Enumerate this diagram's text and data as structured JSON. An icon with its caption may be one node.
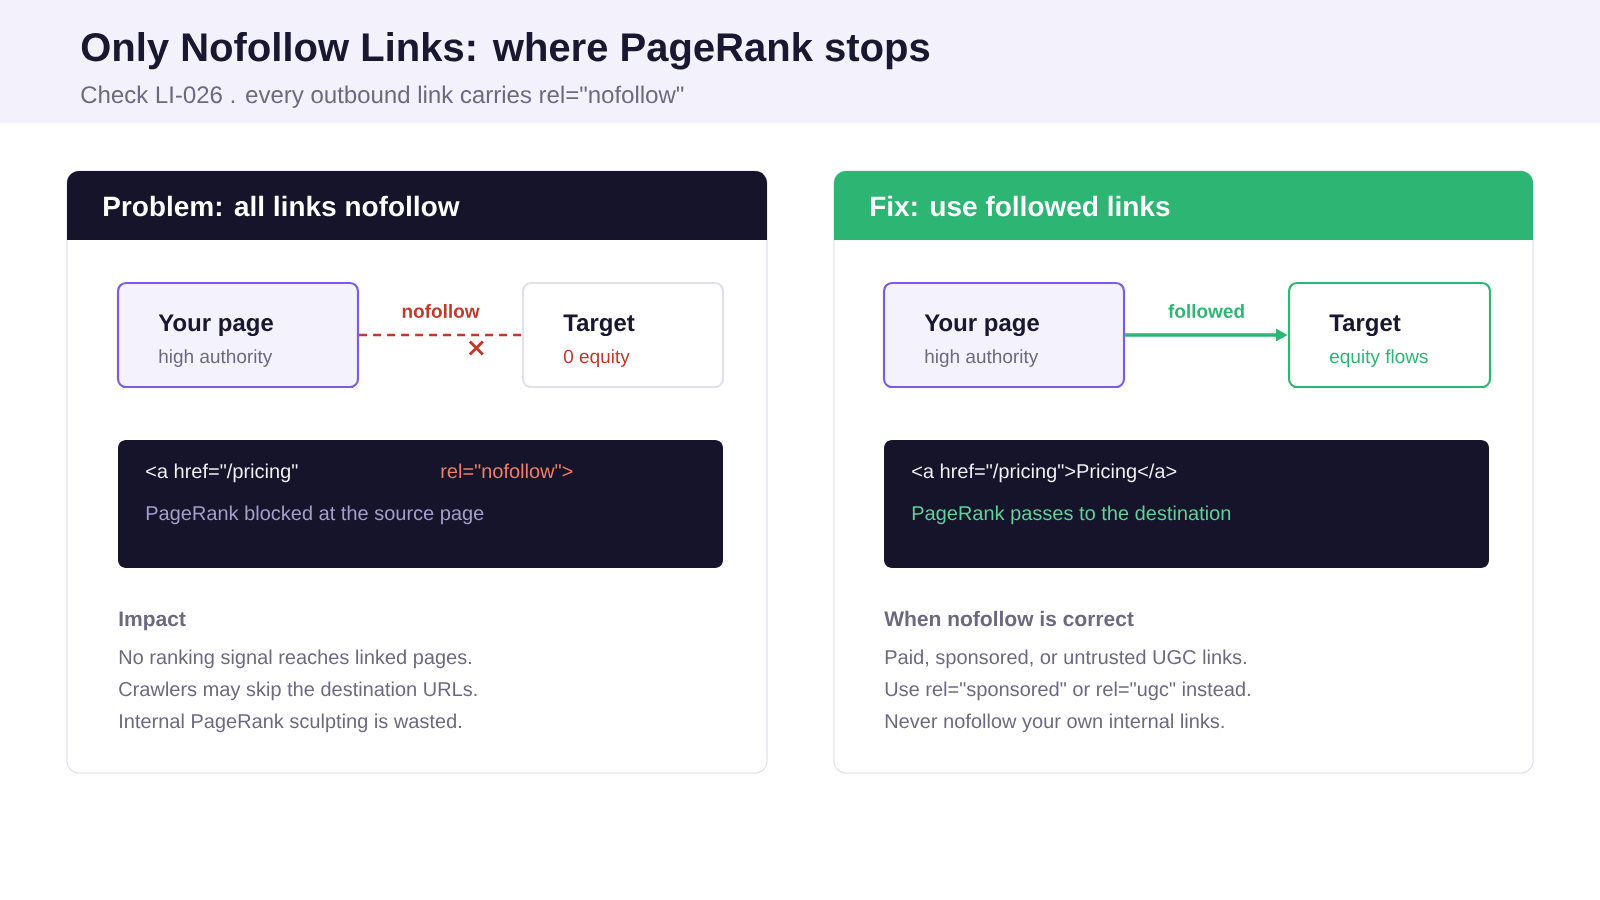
{
  "diagram": {
    "title": "Only Nofollow Links: where PageRank stops",
    "nodes": [
      {
        "text": [
          "Problem: all links nofollow"
        ]
      },
      {
        "text": [
          "Your page",
          "high authority"
        ],
        "in": 0
      },
      {
        "text": [
          "Target",
          "0 equity"
        ],
        "in": 0
      },
      {
        "text": [
          "<a href=\"/pricing\"",
          "rel=\"nofollow\">",
          "PageRank blocked at the source page"
        ],
        "in": 0
      },
      {
        "text": [
          "Fix: use followed links"
        ]
      },
      {
        "text": [
          "Your page",
          "high authority"
        ],
        "in": 4
      },
      {
        "text": [
          "Target",
          "equity flows"
        ],
        "in": 4
      },
      {
        "text": [
          "<a href=\"/pricing\">Pricing</a>",
          "PageRank passes to the destination"
        ],
        "in": 4
      }
    ],
    "edges": [
      {
        "from": 1,
        "to": 2,
        "arrow": "none",
        "label": "nofollow",
        "style": "dashed",
        "color": "#c0392b"
      },
      {
        "from": 5,
        "to": 6,
        "arrow": "to",
        "label": "followed",
        "color": "#2db673"
      }
    ],
    "labels": [
      "Check LI-026 . every outbound link carries rel=\"nofollow\"",
      "Impact",
      "No ranking signal reaches linked pages.",
      "Crawlers may skip the destination URLs.",
      "Internal PageRank sculpting is wasted.",
      "When nofollow is correct",
      "Paid, sponsored, or untrusted UGC links.",
      "Use rel=\"sponsored\" or rel=\"ugc\" instead.",
      "Never nofollow your own internal links."
    ]
  }
}
